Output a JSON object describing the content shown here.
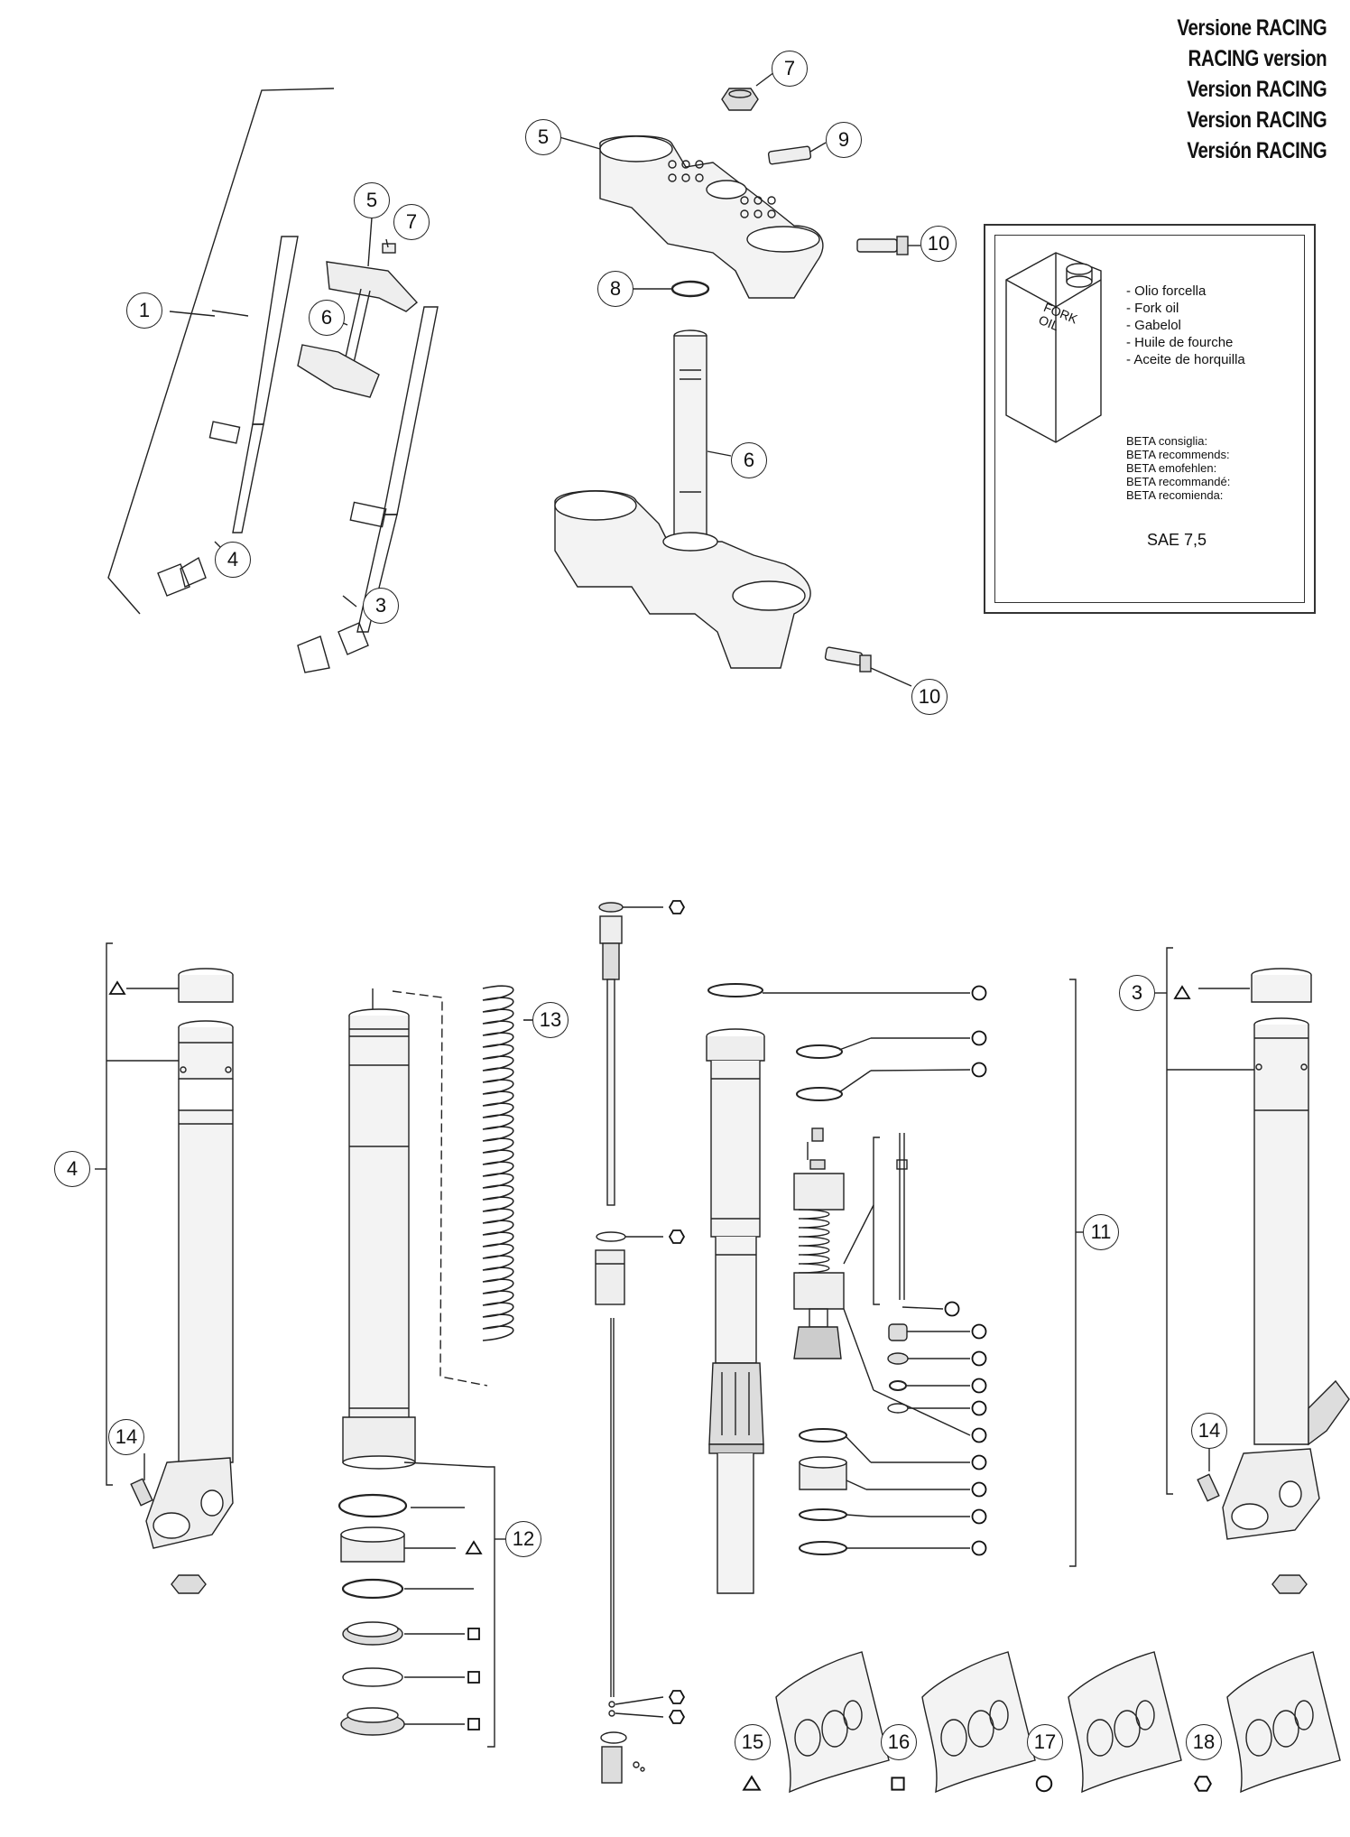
{
  "title_lines": [
    "Versione RACING",
    "RACING version",
    "Version RACING",
    "Version RACING",
    "Versión RACING"
  ],
  "oil_box": {
    "can_label_line1": "FORK",
    "can_label_line2": "OIL",
    "items": [
      "- Olio forcella",
      "- Fork oil",
      "- Gabelol",
      "- Huile de fourche",
      "- Aceite de horquilla"
    ],
    "recommend": [
      "BETA consiglia:",
      "BETA recommends:",
      "BETA emofehlen:",
      "BETA recommandé:",
      "BETA recomienda:"
    ],
    "spec": "SAE 7,5"
  },
  "callouts": {
    "c1": "1",
    "c3a": "3",
    "c4a": "4",
    "c5a": "5",
    "c7a": "7",
    "c6a": "6",
    "c7b": "7",
    "c5b": "5",
    "c9": "9",
    "c10a": "10",
    "c8": "8",
    "c6b": "6",
    "c10b": "10",
    "c13": "13",
    "c4b": "4",
    "c14a": "14",
    "c12": "12",
    "c11": "11",
    "c3b": "3",
    "c14b": "14",
    "c15": "15",
    "c16": "16",
    "c17": "17",
    "c18": "18"
  },
  "kit_symbols": {
    "kit_15": "triangle",
    "kit_16": "square",
    "kit_17": "circle",
    "kit_18": "hexagon"
  }
}
